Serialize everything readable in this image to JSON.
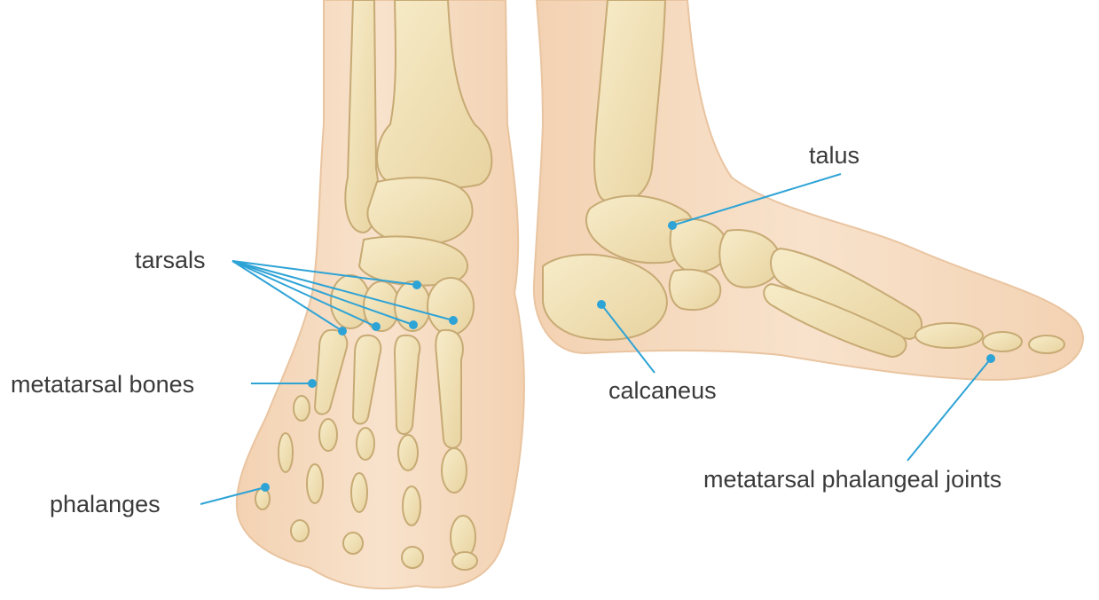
{
  "labels": {
    "tarsals": "tarsals",
    "metatarsal_bones": "metatarsal bones",
    "phalanges": "phalanges",
    "talus": "talus",
    "calcaneus": "calcaneus",
    "mtp_joints": "metatarsal phalangeal joints"
  },
  "colors": {
    "skin": "#f6dcc0",
    "skin_outline": "#e7c3a0",
    "bone": "#f1e2b8",
    "bone_outline": "#c9ad78",
    "bone_shadow": "#e0c98f",
    "leader_line": "#2ea3d6",
    "label_text": "#3a3a3a"
  }
}
